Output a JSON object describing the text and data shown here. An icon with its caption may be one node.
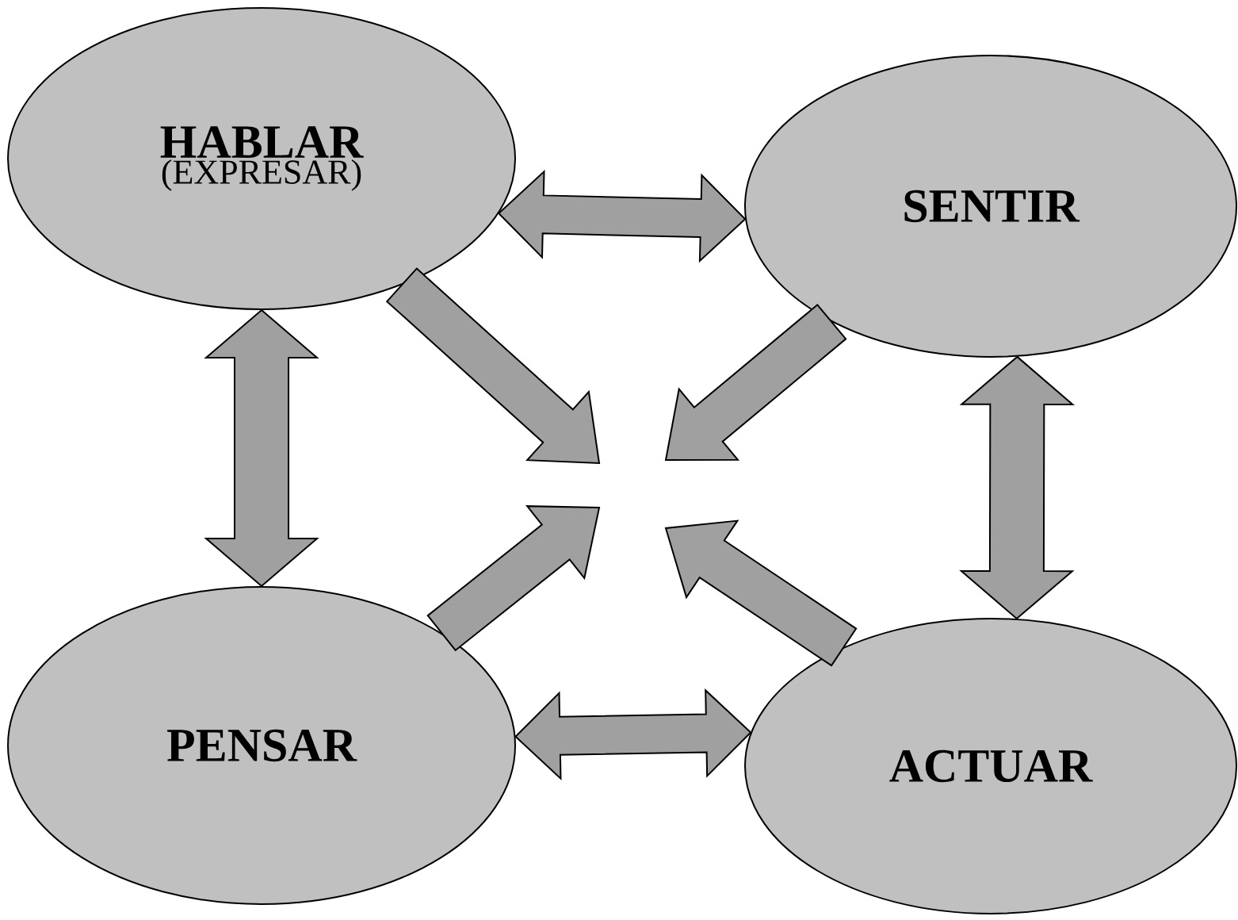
{
  "diagram": {
    "nodes": [
      {
        "text": [
          "HABLAR",
          "(EXPRESAR)"
        ]
      },
      {
        "text": [
          "SENTIR"
        ]
      },
      {
        "text": [
          "PENSAR"
        ]
      },
      {
        "text": [
          "ACTUAR"
        ]
      }
    ],
    "edges": [
      {
        "from": 0,
        "to": 1,
        "arrow": "both"
      },
      {
        "from": 0,
        "to": 2,
        "arrow": "both"
      },
      {
        "from": 1,
        "to": 3,
        "arrow": "both"
      },
      {
        "from": 2,
        "to": 3,
        "arrow": "both"
      },
      {
        "from": 0,
        "to": null,
        "arrow": "to"
      },
      {
        "from": 1,
        "to": null,
        "arrow": "to"
      },
      {
        "from": 2,
        "to": null,
        "arrow": "to"
      },
      {
        "from": 3,
        "to": null,
        "arrow": "to"
      }
    ]
  }
}
